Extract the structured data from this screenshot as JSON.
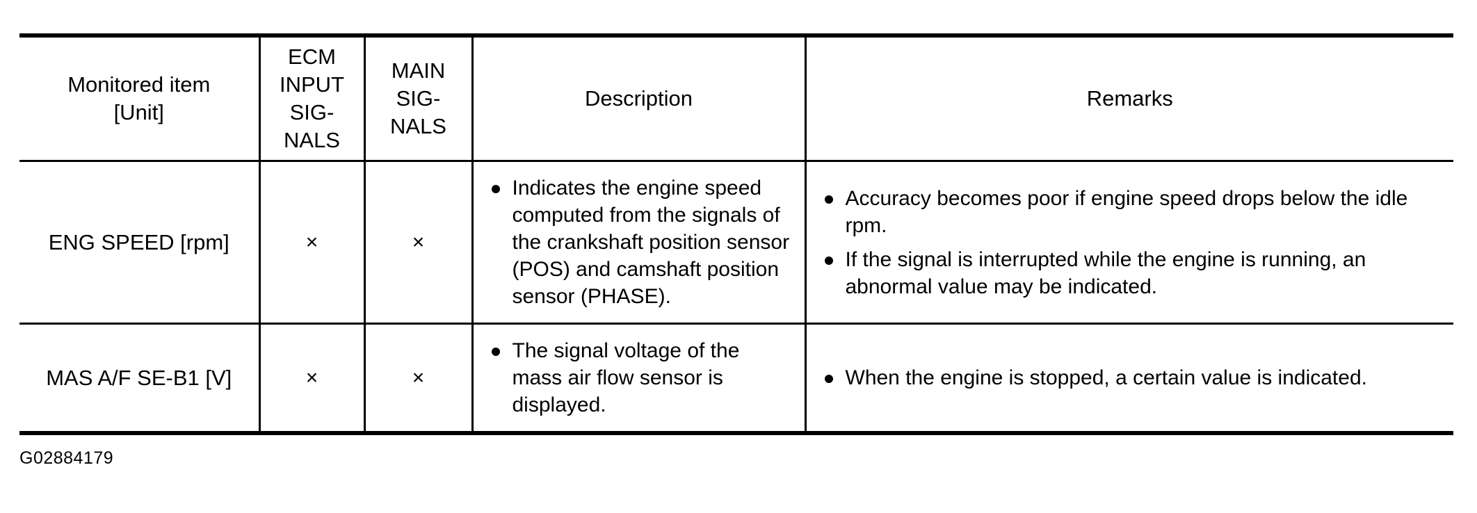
{
  "table": {
    "columns": [
      {
        "key": "monitored_item",
        "label_lines": [
          "Monitored item",
          "[Unit]"
        ]
      },
      {
        "key": "ecm_input_signals",
        "label_lines": [
          "ECM",
          "INPUT",
          "SIG-",
          "NALS"
        ]
      },
      {
        "key": "main_signals",
        "label_lines": [
          "MAIN",
          "SIG-",
          "NALS"
        ]
      },
      {
        "key": "description",
        "label_lines": [
          "Description"
        ]
      },
      {
        "key": "remarks",
        "label_lines": [
          "Remarks"
        ]
      }
    ],
    "rows": [
      {
        "monitored_item": "ENG SPEED [rpm]",
        "ecm_input_signals": "×",
        "main_signals": "×",
        "description_bullets": [
          "Indicates the engine speed computed from the signals of the crankshaft position sensor (POS) and camshaft position sensor (PHASE)."
        ],
        "remarks_bullets": [
          "Accuracy becomes poor if engine speed drops below the idle rpm.",
          "If the signal is interrupted while the engine is running, an abnormal value may be indicated."
        ]
      },
      {
        "monitored_item": "MAS A/F SE-B1 [V]",
        "ecm_input_signals": "×",
        "main_signals": "×",
        "description_bullets": [
          "The signal voltage of the mass air flow sensor is displayed."
        ],
        "remarks_bullets": [
          "When the engine is stopped, a certain value is indicated."
        ]
      }
    ]
  },
  "figure_id": "G02884179",
  "colors": {
    "ink": "#000000",
    "paper": "#ffffff"
  }
}
